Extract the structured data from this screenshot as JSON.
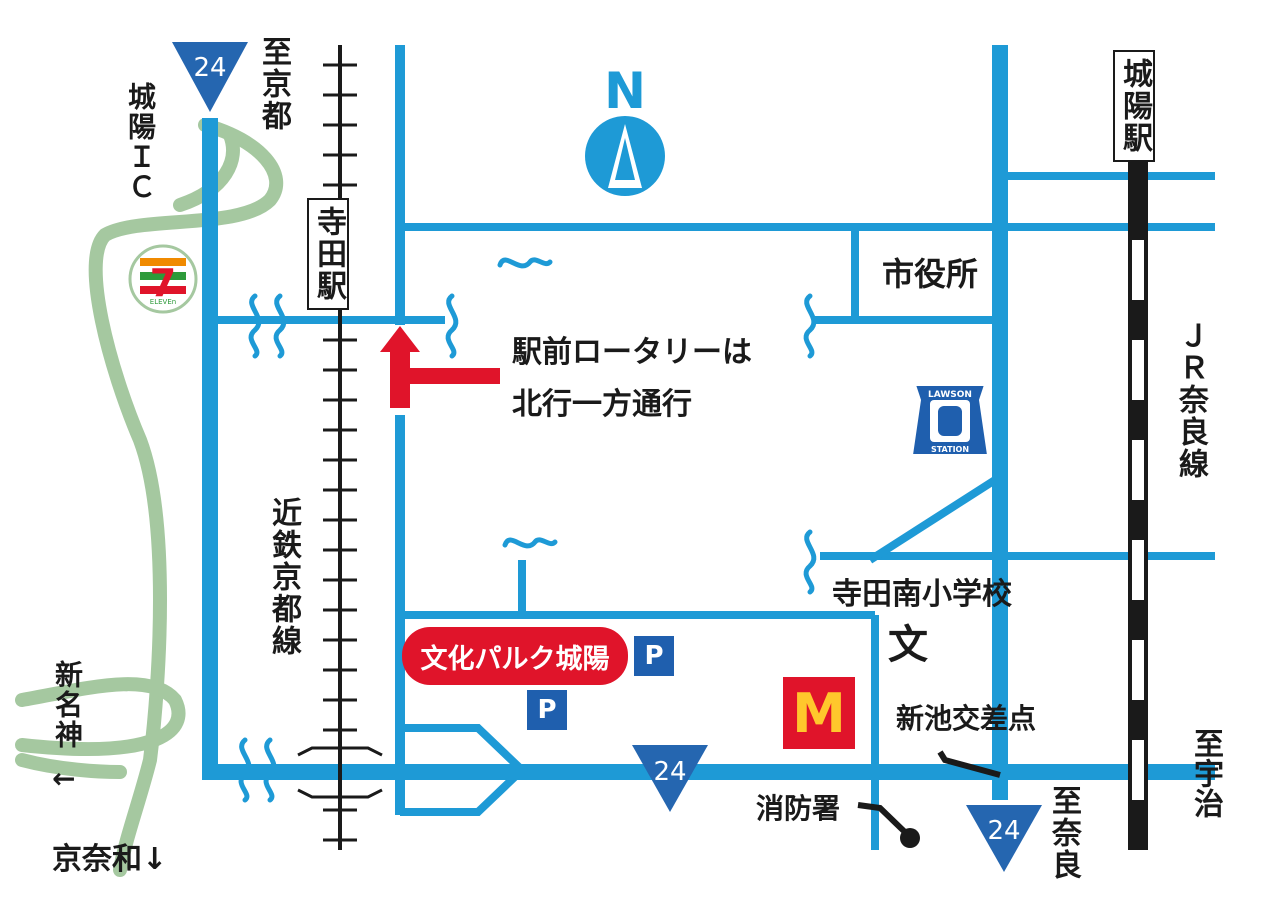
{
  "route_number": "24",
  "compass": {
    "north_label": "N"
  },
  "stations": {
    "terada": "寺田駅",
    "joyo": "城陽駅"
  },
  "rail_lines": {
    "kintetsu": "近鉄京都線",
    "jr": "ＪＲ奈良線"
  },
  "interchange": "城陽ＩＣ",
  "directions": {
    "to_kyoto": "至京都",
    "to_uji": "至宇治",
    "to_nara": "至奈良",
    "shinmeishin": "新名神",
    "shinmeishin_arrow": "←",
    "keinawa": "京奈和↓"
  },
  "landmarks": {
    "city_hall": "市役所",
    "school": "寺田南小学校",
    "school_symbol": "文",
    "intersection": "新池交差点",
    "fire_station": "消防署",
    "venue": "文化パルク城陽",
    "parking": "P",
    "mcdonalds": "M",
    "seven_eleven": "7",
    "seven_eleven_sub": "ELEVEn",
    "lawson_top": "LAWSON",
    "lawson_bottom": "STATION"
  },
  "notice": {
    "line1": "駅前ロータリーは",
    "line2": "北行一方通行"
  },
  "colors": {
    "road": "#1e9ad6",
    "highway": "#a5c8a0",
    "route_shield": "#2566b0",
    "arrow": "#e0142a",
    "venue": "#e0142a",
    "rail": "#1a1a1a"
  }
}
